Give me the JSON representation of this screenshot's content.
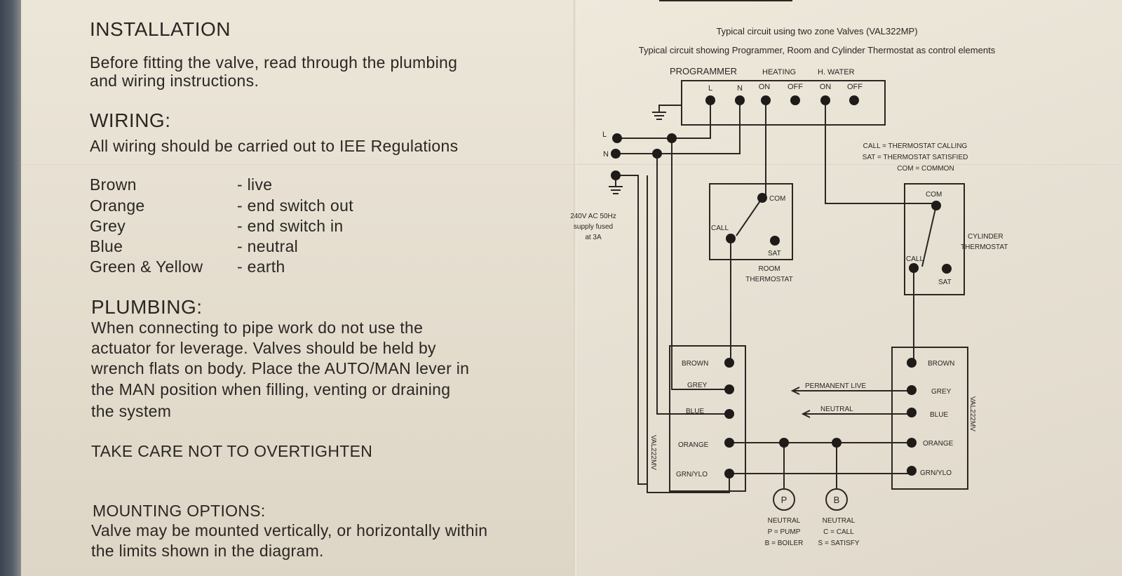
{
  "left": {
    "installation_heading": "INSTALLATION",
    "installation_lines": [
      "Before fitting the valve, read through the plumbing",
      "and wiring instructions."
    ],
    "wiring_heading": "WIRING:",
    "wiring_note": "All wiring should be carried out to IEE Regulations",
    "wire_colours": [
      {
        "colour": "Brown",
        "meaning": "- live"
      },
      {
        "colour": "Orange",
        "meaning": "- end switch out"
      },
      {
        "colour": "Grey",
        "meaning": "- end switch in"
      },
      {
        "colour": "Blue",
        "meaning": "- neutral"
      },
      {
        "colour": "Green & Yellow",
        "meaning": "- earth"
      }
    ],
    "plumbing_heading": "PLUMBING:",
    "plumbing_lines": [
      "When connecting to pipe work do not use the",
      "actuator for leverage. Valves should be held by",
      "wrench flats on body.  Place the AUTO/MAN lever in",
      "the MAN position when filling, venting or draining",
      "the system"
    ],
    "caution": "TAKE CARE NOT TO OVERTIGHTEN",
    "mounting_heading": "MOUNTING OPTIONS:",
    "mounting_lines": [
      "Valve may be mounted vertically, or horizontally within",
      "the limits shown in the diagram."
    ]
  },
  "diagram": {
    "title1": "Typical circuit using two zone  Valves (VAL322MP)",
    "title2": "Typical circuit showing Programmer, Room  and Cylinder Thermostat as control elements",
    "programmer": {
      "label": "PROGRAMMER",
      "heating": "HEATING",
      "hwater": "H. WATER",
      "terminals": [
        "L",
        "N",
        "ON",
        "OFF",
        "ON",
        "OFF"
      ]
    },
    "supply": {
      "l": "L",
      "n": "N",
      "lines": [
        "240V AC 50Hz",
        "supply fused",
        "at 3A"
      ]
    },
    "legend": [
      "CALL = THERMOSTAT CALLING",
      "SAT = THERMOSTAT SATISFIED",
      "COM = COMMON"
    ],
    "room_stat": {
      "com": "COM",
      "call": "CALL",
      "sat": "SAT",
      "label": [
        "ROOM",
        "THERMOSTAT"
      ]
    },
    "cyl_stat": {
      "com": "COM",
      "call": "CALL",
      "sat": "SAT",
      "label": [
        "CYLINDER",
        "THERMOSTAT"
      ]
    },
    "valve_left": {
      "model": "VAL222MV",
      "wires": [
        "BROWN",
        "GREY",
        "BLUE",
        "ORANGE",
        "GRN/YLO"
      ]
    },
    "valve_right": {
      "model": "VAL222MV",
      "wires": [
        "BROWN",
        "GREY",
        "BLUE",
        "ORANGE",
        "GRN/YLO"
      ]
    },
    "arrows": {
      "live": "PERMANENT LIVE",
      "neutral": "NEUTRAL"
    },
    "pump": {
      "symbol": "P",
      "neutral": "NEUTRAL"
    },
    "boiler": {
      "symbol": "B",
      "neutral": "NEUTRAL"
    },
    "key": [
      "P = PUMP",
      "C = CALL",
      "B = BOILER",
      "S = SATISFY"
    ]
  }
}
